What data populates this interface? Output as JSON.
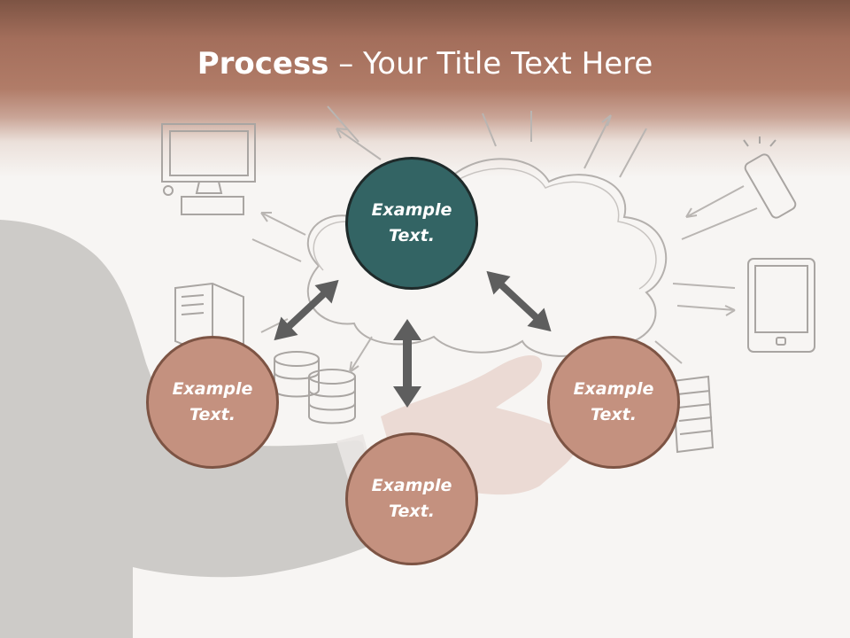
{
  "title": {
    "bold": "Process",
    "light": "– Your Title Text Here"
  },
  "nodes": [
    {
      "label": "Example Text.",
      "color": "#336464"
    },
    {
      "label": "Example Text.",
      "color": "#c4917f"
    },
    {
      "label": "Example Text.",
      "color": "#c4917f"
    },
    {
      "label": "Example Text.",
      "color": "#c4917f"
    }
  ],
  "colors": {
    "header": "#a36e5b",
    "arrow": "#5e5e5e",
    "accent_teal": "#336464",
    "accent_rose": "#c4917f"
  }
}
